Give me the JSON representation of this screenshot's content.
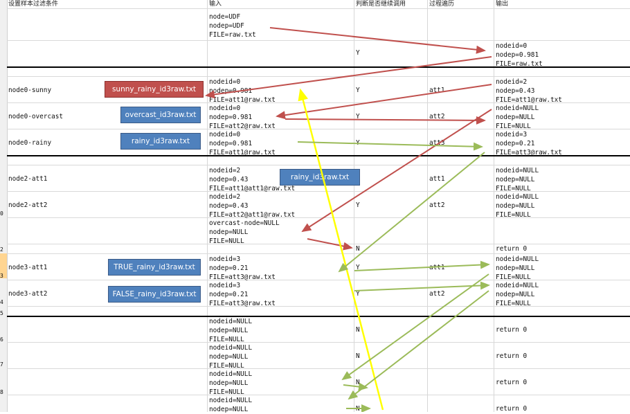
{
  "colors": {
    "blue_box": "#4f81bd",
    "red_box": "#c0504d",
    "red_arrow": "#c0504d",
    "green_arrow": "#9bbb59",
    "yellow_arrow": "#ffff00",
    "selected_row": "#ffd591"
  },
  "headers": {
    "condition": "设置样本过滤条件",
    "input": "输入",
    "continue": "判断是否继续调用",
    "traverse": "过程遍历",
    "output": "输出"
  },
  "rownums": {
    "r1": "0",
    "r2": "2",
    "r3": "3",
    "r4": "4",
    "r5": "5",
    "r6": "6",
    "r7": "7",
    "r8": "8"
  },
  "cells": {
    "in_0": "node=UDF\nnodep=UDF\nFILE=raw.txt",
    "yn_1": "Y",
    "out_1": "nodeid=0\nnodep=0.981\nFILE=raw.txt",
    "cond_2": "node0-sunny",
    "in_2": "nodeid=0\nnodep=0.981\nFILE=att1@raw.txt",
    "yn_2": "Y",
    "tr_2": "att1",
    "out_2": "nodeid=2\nnodep=0.43\nFILE=att1@raw.txt",
    "cond_3": "node0-overcast",
    "in_3": "nodeid=0\nnodep=0.981\nFILE=att2@raw.txt",
    "yn_3": "Y",
    "tr_3": "att2",
    "out_3": "nodeid=NULL\nnodep=NULL\nFILE=NULL",
    "cond_4": "node0-rainy",
    "in_4": "nodeid=0\nnodep=0.981\nFILE=att1@raw.txt",
    "yn_4": "Y",
    "tr_4": "att3",
    "out_4": "nodeid=3\nnodep=0.21\nFILE=att3@raw.txt",
    "cond_5": "node2-att1",
    "in_5": "nodeid=2\nnodep=0.43\nFILE=att1@att1@raw.txt",
    "tr_5": "att1",
    "out_5": "nodeid=NULL\nnodep=NULL\nFILE=NULL",
    "cond_6": "node2-att2",
    "in_6": "nodeid=2\nnodep=0.43\nFILE=att2@att1@raw.txt",
    "yn_6": "Y",
    "tr_6": "att2",
    "out_6": "nodeid=NULL\nnodep=NULL\nFILE=NULL",
    "in_7": "overcast-node=NULL\nnodep=NULL\nFILE=NULL",
    "yn_8": "N",
    "out_8": "return 0",
    "cond_9": "node3-att1",
    "in_9": "nodeid=3\nnodep=0.21\nFILE=att3@raw.txt",
    "yn_9": "Y",
    "tr_9": "att1",
    "out_9": "nodeid=NULL\nnodep=NULL\nFILE=NULL",
    "cond_10": "node3-att2",
    "in_10": "nodeid=3\nnodep=0.21\nFILE=att3@raw.txt",
    "yn_10": "Y",
    "tr_10": "att2",
    "out_10": "nodeid=NULL\nnodep=NULL\nFILE=NULL",
    "in_11": "nodeid=NULL\nnodep=NULL\nFILE=NULL",
    "yn_11": "N",
    "out_11": "return 0",
    "in_12": "nodeid=NULL\nnodep=NULL\nFILE=NULL",
    "yn_12": "N",
    "out_12": "return 0",
    "in_13": "nodeid=NULL\nnodep=NULL\nFILE=NULL",
    "yn_13": "N",
    "out_13": "return 0",
    "in_14": "nodeid=NULL\nnodep=NULL",
    "yn_14": "N",
    "out_14": "return 0"
  },
  "boxes": {
    "sunny": "sunny_rainy_id3raw.txt",
    "overcast": "overcast_id3raw.txt",
    "rainy": "rainy_id3raw.txt",
    "rainy2": "rainy_id3raw.txt",
    "true_box": "TRUE_rainy_id3raw.txt",
    "false_box": "FALSE_rainy_id3raw.txt"
  }
}
